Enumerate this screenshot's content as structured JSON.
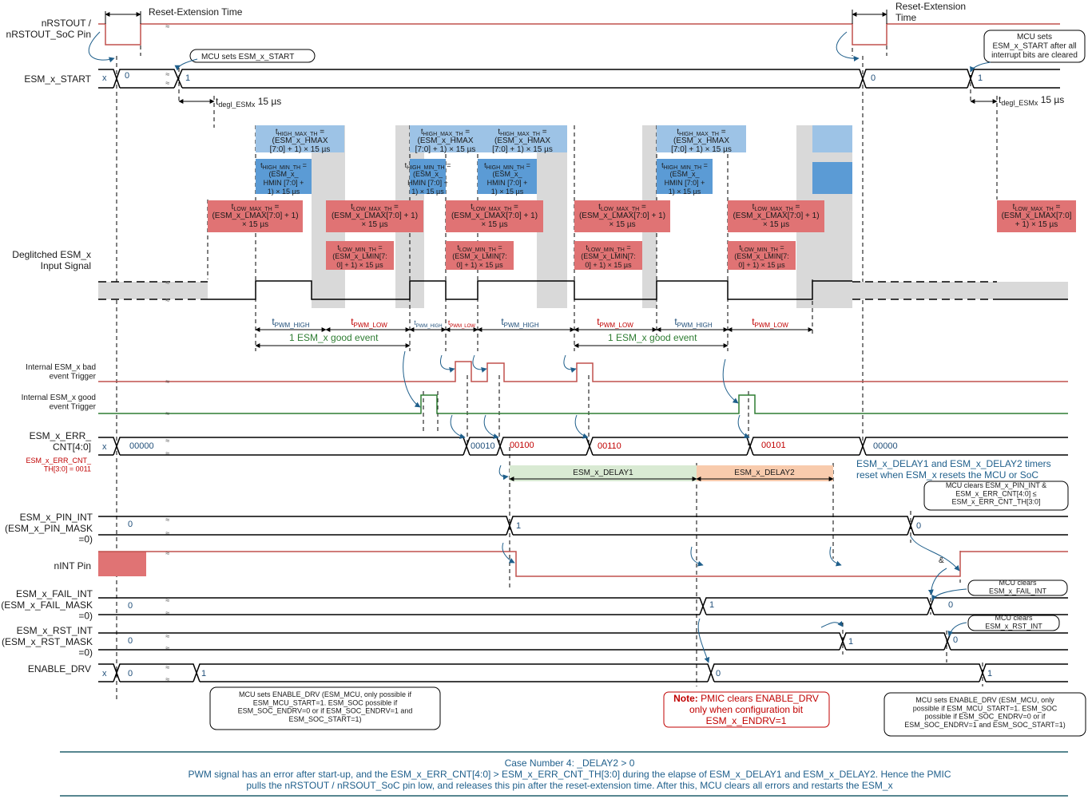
{
  "signals": {
    "nrstout": "nRSTOUT /\nnRSTOUT_SoC Pin",
    "esm_start": "ESM_x_START",
    "deglitched": "Deglitched ESM_x\nInput Signal",
    "bad_trigger": "Internal ESM_x bad\nevent Trigger",
    "good_trigger": "Internal ESM_x good\nevent Trigger",
    "err_cnt": "ESM_x_ERR_\nCNT[4:0]",
    "err_cnt_th": "ESM_x_ERR_CNT_\nTH[3:0] = 0011",
    "pin_int": "ESM_x_PIN_INT\n(ESM_x_PIN_MASK\n=0)",
    "nint": "nINT Pin",
    "fail_int": "ESM_x_FAIL_INT\n(ESM_x_FAIL_MASK\n=0)",
    "rst_int": "ESM_x_RST_INT\n(ESM_x_RST_MASK\n=0)",
    "enable_drv": "ENABLE_DRV"
  },
  "annotations": {
    "reset_ext_1": "Reset-Extension Time",
    "reset_ext_2": "Reset-Extension\nTime",
    "mcu_sets_start": "MCU sets ESM_x_START",
    "mcu_sets_start_after": "MCU sets\nESM_x_START after all\ninterrupt bits are cleared",
    "tdegl_1": "t",
    "tdegl_sub": "degl_ESMx",
    "tdegl_val": " 15 µs",
    "good_event": "1 ESM_x good event",
    "delay1": "ESM_x_DELAY1",
    "delay2": "ESM_x_DELAY2",
    "timers_reset": "ESM_x_DELAY1 and ESM_x_DELAY2 timers\nreset when ESM_x resets the MCU or SoC",
    "mcu_clears_pin": "MCU clears ESM_x_PIN_INT  &\nESM_x_ERR_CNT[4:0] ≤\nESM_x_ERR_CNT_TH[3:0]",
    "mcu_clears_fail": "MCU clears\nESM_x_FAIL_INT",
    "mcu_clears_rst": "MCU clears\nESM_x_RST_INT",
    "mcu_sets_drv_1": "MCU sets ENABLE_DRV  (ESM_MCU, only possible if\nESM_MCU_START=1. ESM_SOC possible if\nESM_SOC_ENDRV=0 or if ESM_SOC_ENDRV=1 and\nESM_SOC_START=1)",
    "note_bold": "Note:",
    "note_text": " PMIC clears ENABLE_DRV\nonly when configuration bit\nESM_x_ENDRV=1",
    "mcu_sets_drv_2": "MCU sets ENABLE_DRV  (ESM_MCU, only\npossible if ESM_MCU_START=1. ESM_SOC\npossible if ESM_SOC_ENDRV=0 or if\nESM_SOC_ENDRV=1 and ESM_SOC_START=1)",
    "amp": "&"
  },
  "boxes": {
    "hmax": "t|HIGH_MAX_TH| =\n(ESM_x_HMAX\n[7:0] + 1) × 15 µs",
    "hmin": "t|HIGH_MIN_TH| =\n(ESM_x_\nHMIN [7:0] +\n1) × 15 µs",
    "lmax": "t|LOW_MAX_TH| =\n(ESM_x_LMAX[7:0] + 1)\n× 15 µs",
    "lmin": "t|LOW_MIN_TH| =\n(ESM_x_LMIN[7:\n0] + 1) × 15 µs",
    "lmax_last": "t|LOW_MAX_TH| =\n(ESM_x_LMAX[7:0]\n+ 1) × 15 µs"
  },
  "pwm": {
    "high": "PWM_HIGH",
    "low": "PWM_LOW",
    "t": "t"
  },
  "bus_values": {
    "start": [
      "x",
      "0",
      "1",
      "0",
      "1"
    ],
    "err": [
      "x",
      "00000",
      "00010",
      "00100",
      "00110",
      "00101",
      "00000"
    ],
    "pin_int": [
      "0",
      "1",
      "0"
    ],
    "fail_int": [
      "0",
      "1",
      "0"
    ],
    "rst_int": [
      "0",
      "1",
      "0"
    ],
    "enable_drv": [
      "x",
      "0",
      "1",
      "0",
      "1"
    ]
  },
  "caption": {
    "title": "Case Number 4: _DELAY2 > 0",
    "line1": "PWM signal has an error after start-up, and the ESM_x_ERR_CNT[4:0] > ESM_x_ERR_CNT_TH[3:0] during the elapse of ESM_x_DELAY1 and ESM_x_DELAY2. Hence the PMIC",
    "line2": "pulls the nRSTOUT / nRSOUT_SoC pin low, and releases this pin after the reset-extension time. After this, MCU clears all errors and restarts the ESM_x"
  },
  "colors": {
    "red_box": "#e07374",
    "blue_box_light": "#9dc3e6",
    "blue_box": "#5b9bd5",
    "grey_bar": "#d9d9d9",
    "delay1": "#d9ead3",
    "delay2": "#f8cbad",
    "red_signal": "#c0504d",
    "green_signal": "#2e7d32"
  }
}
